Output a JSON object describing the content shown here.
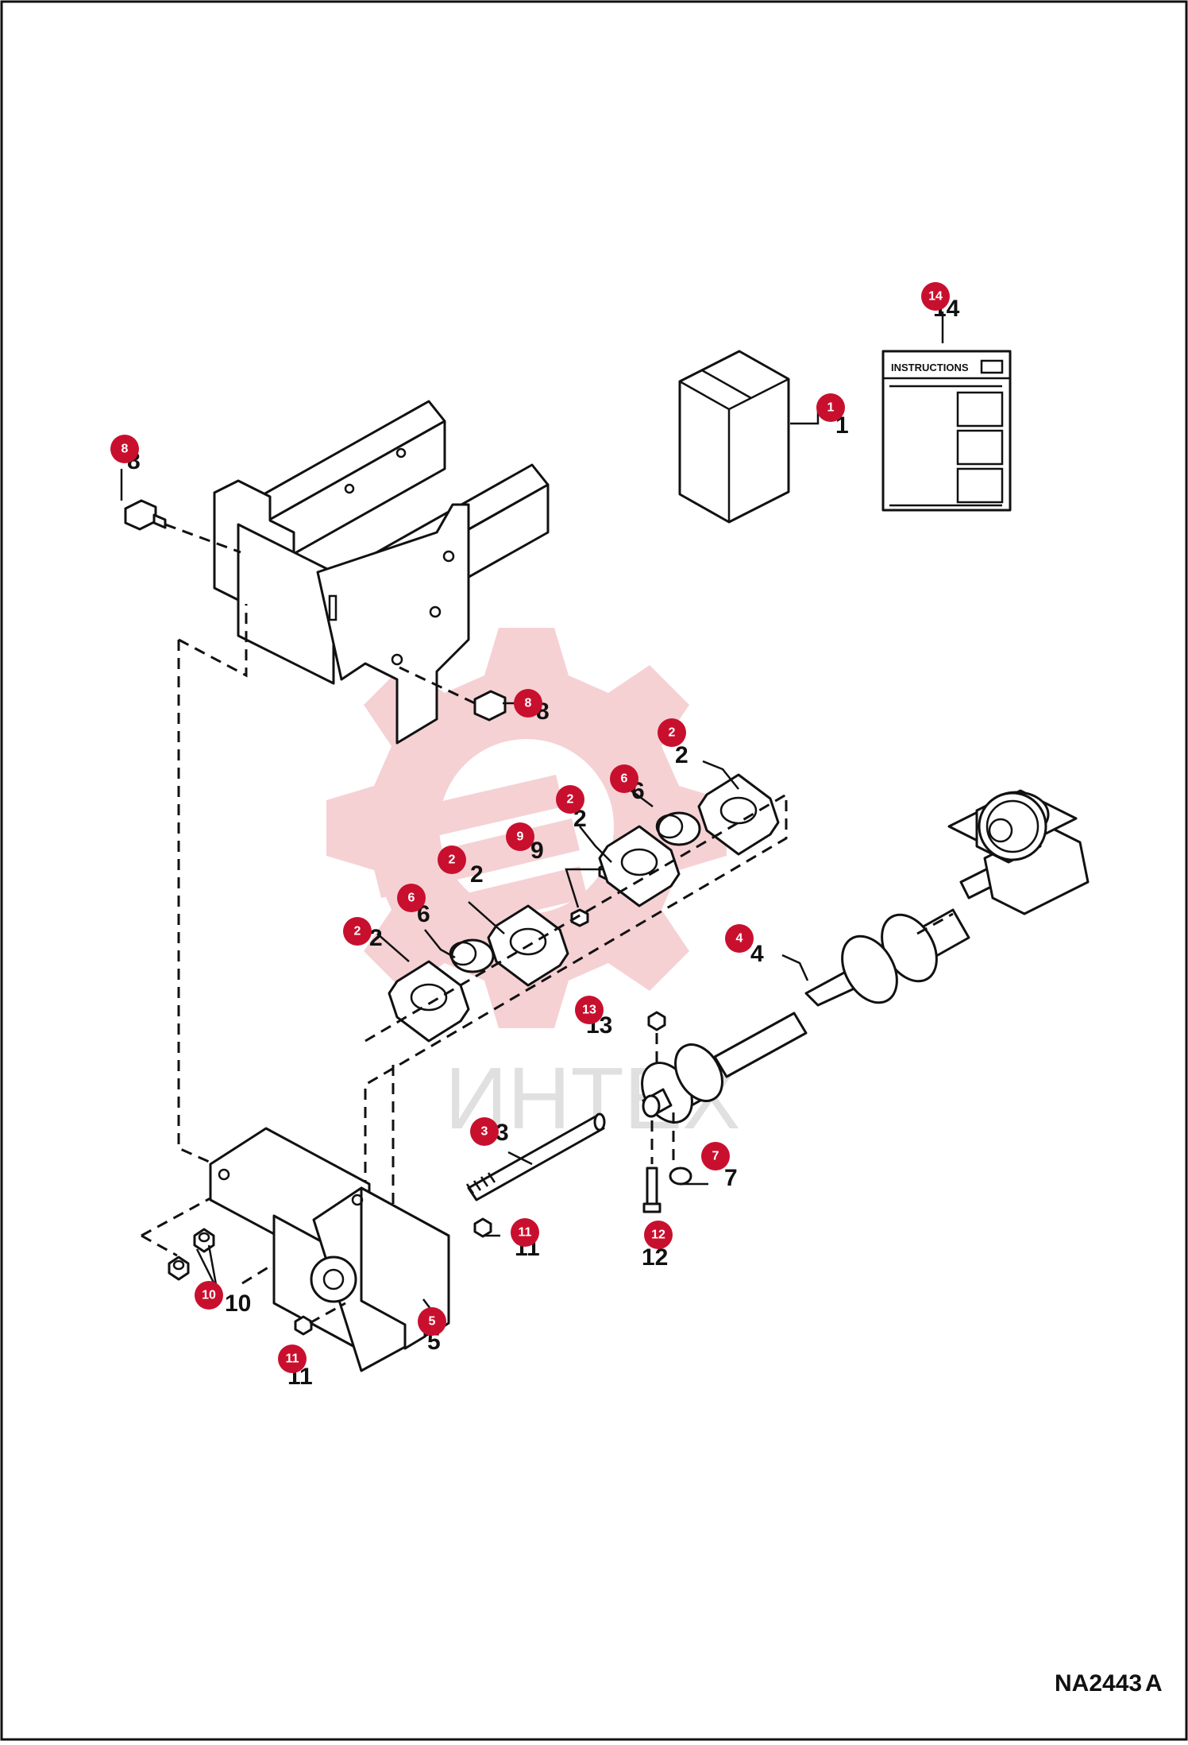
{
  "diagram": {
    "drawing_code": "NA2443",
    "drawing_suffix": "A",
    "watermark_text": "ИНТЕХ",
    "instructions_sheet_title": "INSTRUCTIONS",
    "colors": {
      "badge": "#c8102e",
      "ink": "#111111",
      "watermark": "#f4c9cd"
    },
    "callouts": [
      {
        "id": "c14",
        "number": "14"
      },
      {
        "id": "c1",
        "number": "1"
      },
      {
        "id": "c8a",
        "number": "8"
      },
      {
        "id": "c8b",
        "number": "8"
      },
      {
        "id": "c2a",
        "number": "2"
      },
      {
        "id": "c6a",
        "number": "6"
      },
      {
        "id": "c2b",
        "number": "2"
      },
      {
        "id": "c9",
        "number": "9"
      },
      {
        "id": "c2c",
        "number": "2"
      },
      {
        "id": "c6b",
        "number": "6"
      },
      {
        "id": "c2d",
        "number": "2"
      },
      {
        "id": "c4",
        "number": "4"
      },
      {
        "id": "c13",
        "number": "13"
      },
      {
        "id": "c3",
        "number": "3"
      },
      {
        "id": "c7",
        "number": "7"
      },
      {
        "id": "c11a",
        "number": "11"
      },
      {
        "id": "c12",
        "number": "12"
      },
      {
        "id": "c10",
        "number": "10"
      },
      {
        "id": "c5",
        "number": "5"
      },
      {
        "id": "c11b",
        "number": "11"
      }
    ]
  }
}
